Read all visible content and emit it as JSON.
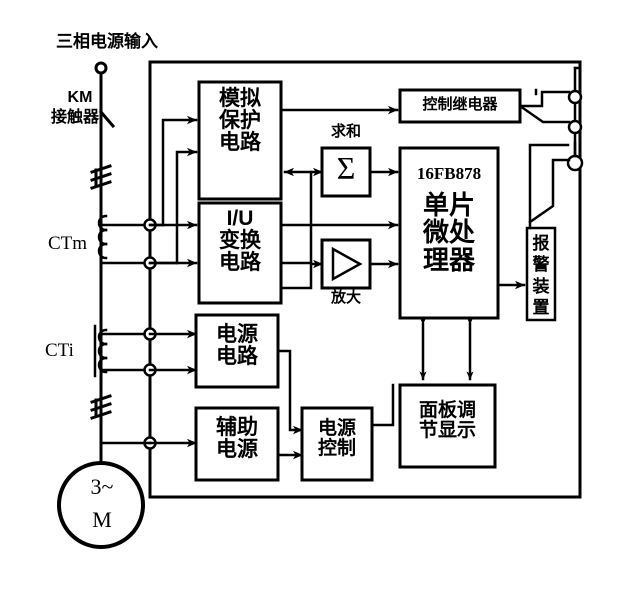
{
  "diagram": {
    "title": "三相电源输入",
    "contactor": {
      "name": "KM",
      "label": "接触器"
    },
    "ct_main": "CTm",
    "ct_aux": "CTi",
    "motor": {
      "phase": "3~",
      "symbol": "M"
    }
  },
  "blocks": {
    "analog_protect": "模拟\n保护\n电路",
    "iu_convert": "I/U\n变换\n电路",
    "power_circuit": "电源\n电路",
    "aux_power": "辅助\n电源",
    "power_control": "电源\n控制",
    "summing_label": "求和",
    "summing_symbol": "Σ",
    "amplifier_label": "放大",
    "control_relay": "控制继电器",
    "mcu_id": "16FB878",
    "mcu_name": "单片\n微处\n理器",
    "alarm_device": "报警装置",
    "panel_display": "面板调\n节显示"
  },
  "colors": {
    "line": "#000000",
    "background": "#ffffff",
    "box_fill": "#ffffff"
  }
}
